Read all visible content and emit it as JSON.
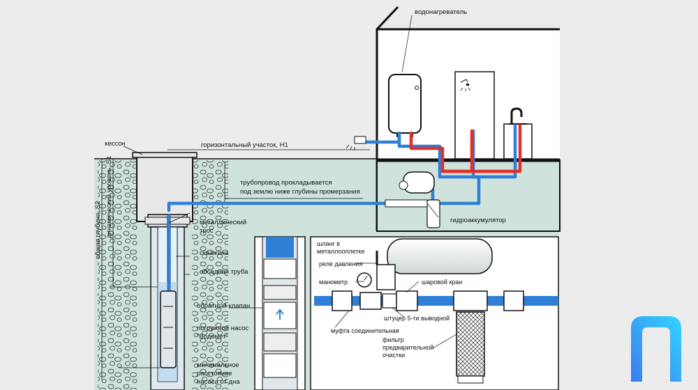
{
  "labels": {
    "water_heater": "водонагреватель",
    "caisson": "кессон",
    "horizontal_section": "горизонтальный участок, H1",
    "pipeline_line1": "трубопровод прокладывается",
    "pipeline_line2": "под землю ниже глубины промерзания",
    "hydro_accumulator": "гидроаккумулятор",
    "metal_cable_line1": "металлический",
    "metal_cable_line2": "трос",
    "well": "скважина",
    "casing_pipe": "обсадная труба",
    "check_valve": "обратный клапан",
    "pump_line1": "погружной насос",
    "pump_line2": "\"Водомет\"",
    "min_distance_line1": "минимальное",
    "min_distance_line2": "расстояние",
    "min_distance_line3": "насоса от дна",
    "total_depth": "общая глубина, S2",
    "dynamic_level": "динамический уровень, S1",
    "hose_line1": "шланг в",
    "hose_line2": "металлооплетке",
    "pressure_relay": "реле давления",
    "manometer": "манометр",
    "ball_valve": "шаровой кран",
    "fitting_5way": "штуцер 5-ти выводной",
    "coupling": "муфта соединительная",
    "filter_line1": "фильтр",
    "filter_line2": "предварительной",
    "filter_line3": "очистки"
  },
  "colors": {
    "background": "#ececec",
    "ground": "#cfe3dc",
    "cold_pipe": "#2f7fd6",
    "hot_pipe": "#e0302a",
    "outline": "#111111",
    "logo_gradient_start": "#3b7cf0",
    "logo_gradient_end": "#33d4ff"
  },
  "logo": {
    "shape": "arch-logo",
    "text": ""
  }
}
